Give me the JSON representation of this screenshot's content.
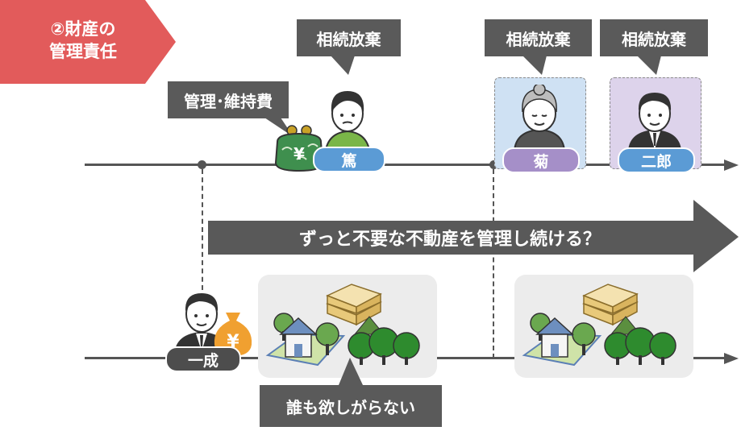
{
  "badge": {
    "line1": "②財産の",
    "line2": "管理責任",
    "color": "#e25b5b"
  },
  "callouts": {
    "maintenance": "管理･維持費",
    "renounce_1": "相続放棄",
    "renounce_2": "相続放棄",
    "renounce_3": "相続放棄",
    "nobody_wants": "誰も欲しがらない"
  },
  "people": {
    "atsushi": {
      "name": "篤",
      "color": "#5b9bd5"
    },
    "kiku": {
      "name": "菊",
      "color": "#a58fc8"
    },
    "jiro": {
      "name": "二郎",
      "color": "#5b9bd5"
    },
    "kazunari": {
      "name": "一成",
      "color": "#4d4d4d"
    }
  },
  "arrow_banner": {
    "text": "ずっと不要な不動産を管理し続ける？",
    "color": "#595959"
  },
  "icons": {
    "wallet": "coin-purse-icon",
    "money_bag": "money-bag-icon",
    "yen_symbol": "¥"
  }
}
